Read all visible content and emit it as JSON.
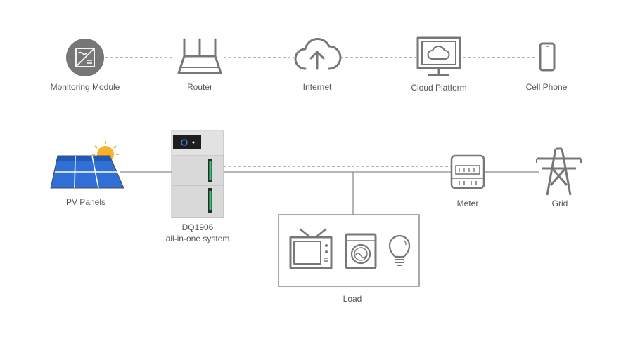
{
  "network": {
    "monitoring_module": "Monitoring Module",
    "router": "Router",
    "internet": "Internet",
    "cloud_platform": "Cloud Platform",
    "cell_phone": "Cell Phone"
  },
  "power": {
    "pv_panels": "PV Panels",
    "system_model": "DQ1906",
    "system_desc": "all-in-one system",
    "meter": "Meter",
    "grid": "Grid",
    "load": "Load"
  },
  "colors": {
    "line": "#8c8c8c",
    "icon": "#777777",
    "panel_blue": "#2f6fd6",
    "sun": "#f6b22a",
    "cabinet": "#d9d9d9",
    "led_green": "#33cc77"
  }
}
